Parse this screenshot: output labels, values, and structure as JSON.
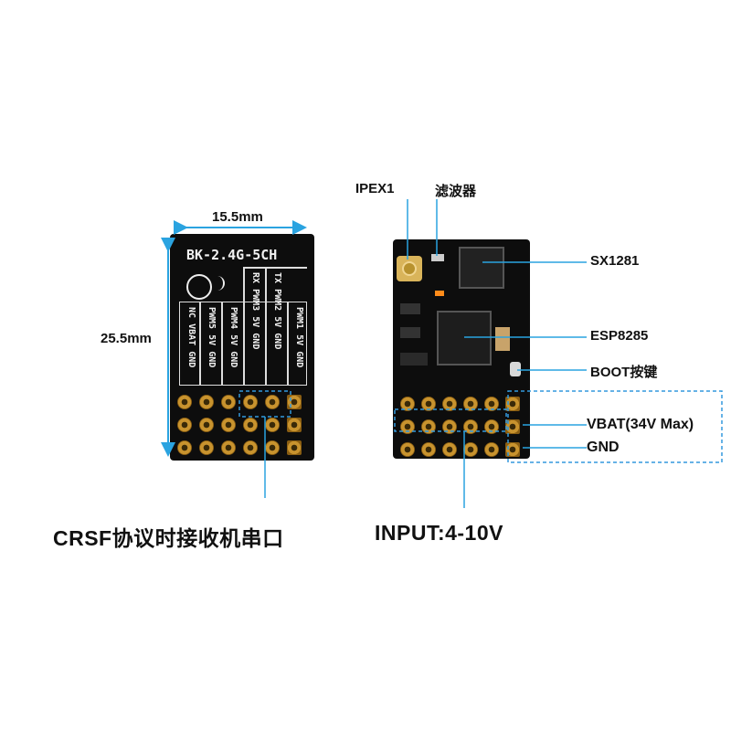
{
  "left_board": {
    "width_label": "15.5mm",
    "height_label": "25.5mm",
    "silk_title": "BK-2.4G-5CH",
    "columns": [
      [
        "PWM1",
        "5V",
        "GND"
      ],
      [
        "TX",
        "PWM2",
        "5V",
        "GND"
      ],
      [
        "RX",
        "PWM3",
        "5V",
        "GND"
      ],
      [
        "PWM4",
        "5V",
        "GND"
      ],
      [
        "PWM5",
        "5V",
        "GND"
      ],
      [
        "NC",
        "VBAT",
        "GND"
      ]
    ],
    "caption": "CRSF协议时接收机串口"
  },
  "right_board": {
    "labels": {
      "ipex": "IPEX1",
      "filter": "滤波器",
      "sx": "SX1281",
      "esp": "ESP8285",
      "boot": "BOOT按键",
      "vbat": "VBAT(34V Max)",
      "gnd": "GND"
    },
    "caption": "INPUT:4-10V"
  },
  "colors": {
    "guide_line": "#2aa3e0",
    "dashed_box": "#3399dd",
    "pcb": "#0d0d0d",
    "pad_gold": "#c8932e"
  }
}
